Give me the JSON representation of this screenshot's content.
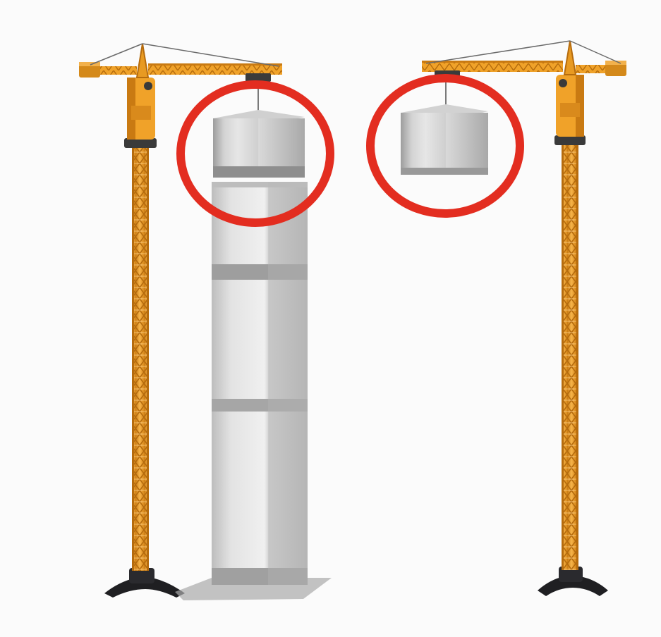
{
  "scene": {
    "background": "#fbfbfb",
    "crane_color": "#f0a229",
    "crane_shadow": "#c97a12",
    "base_color": "#1f1f22",
    "highlight_color": "#e32d20",
    "block_color": "#b9b9b9",
    "subjects": [
      "left-tower-crane",
      "right-tower-crane",
      "stacked-concrete-tower",
      "hanging-block",
      "highlight-circle-left",
      "highlight-circle-right"
    ]
  }
}
